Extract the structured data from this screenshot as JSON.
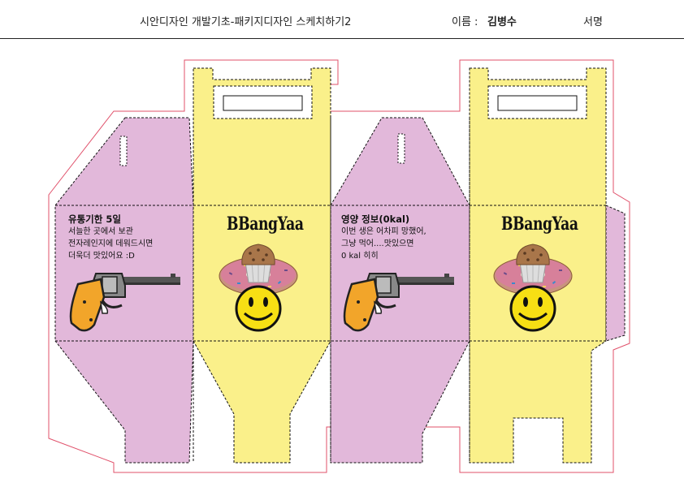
{
  "header": {
    "title": "시안디자인 개발기초-패키지디자인 스케치하기2",
    "name_label": "이름 :",
    "name_value": "김병수",
    "signature_label": "서명"
  },
  "panel1": {
    "heading": "유통기한 5일",
    "lines": [
      "서늘한 곳에서 보관",
      "전자레인지에 데워드시면",
      "더욱더 맛있어요 :D"
    ]
  },
  "panel3": {
    "heading": "영양 정보(0kal)",
    "lines": [
      "이번 생은 어차피 망했어,",
      "그냥 먹어....맛있으면",
      "0 kal 히히"
    ]
  },
  "brand": "BBangYaa",
  "colors": {
    "pink_panel": "#e2b8da",
    "yellow_panel": "#faf08a",
    "cut_outline": "#e0506a",
    "grip": "#f2a52a",
    "smiley": "#f7df14",
    "donut_frosting": "#d7809a",
    "muffin": "#a9764a"
  },
  "icons": [
    "revolver-icon",
    "donut-icon",
    "muffin-icon",
    "smiley-icon"
  ]
}
